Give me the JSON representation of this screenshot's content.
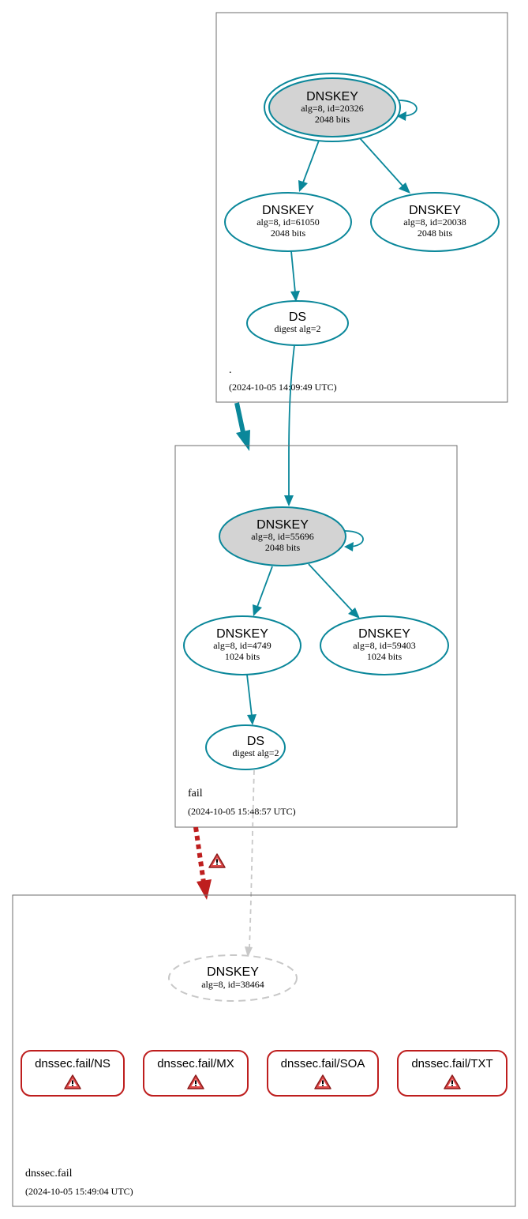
{
  "colors": {
    "secure": "#0a879a",
    "error": "#be1e1e",
    "missing": "#c8c8c8",
    "sep_fill": "#d3d3d3"
  },
  "zones": {
    "root": {
      "name": ".",
      "timestamp": "(2024-10-05 14:09:49 UTC)",
      "ksk": {
        "title": "DNSKEY",
        "line1": "alg=8, id=20326",
        "line2": "2048 bits"
      },
      "zsk1": {
        "title": "DNSKEY",
        "line1": "alg=8, id=61050",
        "line2": "2048 bits"
      },
      "zsk2": {
        "title": "DNSKEY",
        "line1": "alg=8, id=20038",
        "line2": "2048 bits"
      },
      "ds": {
        "title": "DS",
        "line1": "digest alg=2"
      }
    },
    "fail": {
      "name": "fail",
      "timestamp": "(2024-10-05 15:48:57 UTC)",
      "ksk": {
        "title": "DNSKEY",
        "line1": "alg=8, id=55696",
        "line2": "2048 bits"
      },
      "zsk1": {
        "title": "DNSKEY",
        "line1": "alg=8, id=4749",
        "line2": "1024 bits"
      },
      "zsk2": {
        "title": "DNSKEY",
        "line1": "alg=8, id=59403",
        "line2": "1024 bits"
      },
      "ds": {
        "title": "DS",
        "line1": "digest alg=2"
      }
    },
    "dnssec_fail": {
      "name": "dnssec.fail",
      "timestamp": "(2024-10-05 15:49:04 UTC)",
      "key": {
        "title": "DNSKEY",
        "line1": "alg=8, id=38464"
      },
      "rrsets": [
        {
          "label": "dnssec.fail/NS",
          "icon": "warning-icon"
        },
        {
          "label": "dnssec.fail/MX",
          "icon": "warning-icon"
        },
        {
          "label": "dnssec.fail/SOA",
          "icon": "warning-icon"
        },
        {
          "label": "dnssec.fail/TXT",
          "icon": "warning-icon"
        }
      ]
    }
  },
  "delegation_warning_icon": "warning-icon"
}
